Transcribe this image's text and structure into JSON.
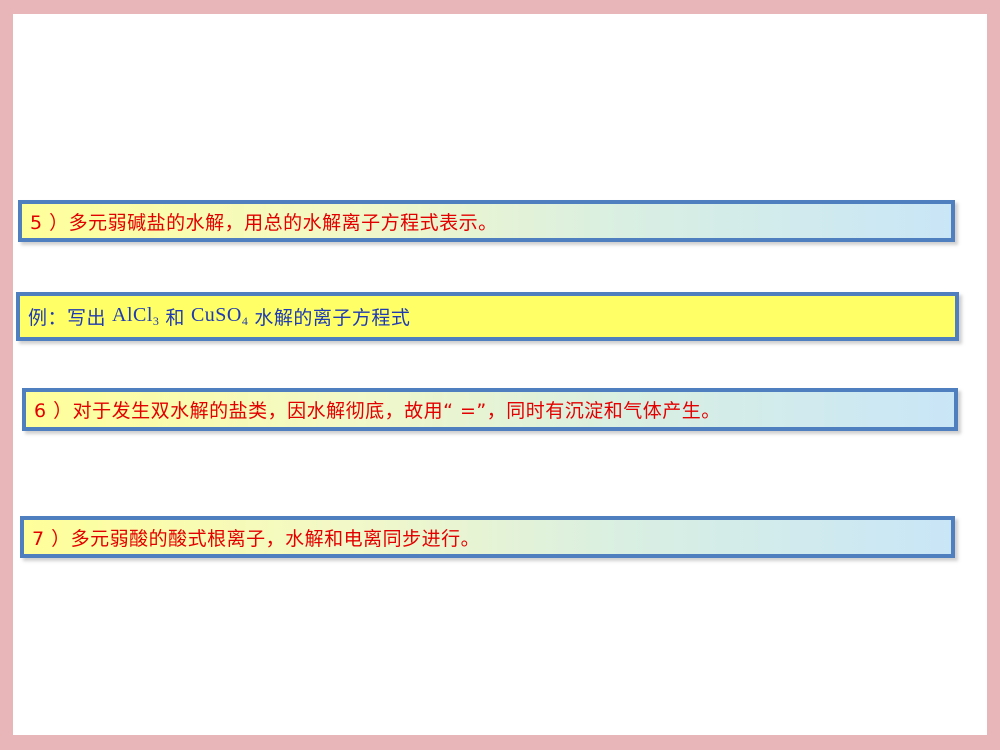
{
  "slide": {
    "background_color": "#ffffff",
    "frame_color": "#e8b6b8",
    "items": [
      {
        "id": "rule-5",
        "text": "5 ）多元弱碱盐的水解，用总的水解离子方程式表示。",
        "style": "gradient",
        "text_color": "#e30000"
      },
      {
        "id": "example",
        "prefix": "例：写出",
        "formula1_base": "AlCl",
        "formula1_sub": "3",
        "connector": "和",
        "formula2_base": "CuSO",
        "formula2_sub": "4",
        "suffix": "水解的离子方程式",
        "style": "yellow",
        "text_color": "#1f3bb3"
      },
      {
        "id": "rule-6",
        "text": "6 ）对于发生双水解的盐类，因水解彻底，故用“ =”，同时有沉淀和气体产生。",
        "style": "gradient",
        "text_color": "#e30000"
      },
      {
        "id": "rule-7",
        "text": "7 ）多元弱酸的酸式根离子，水解和电离同步进行。",
        "style": "gradient",
        "text_color": "#e30000"
      }
    ],
    "border_color": "#4f7fbf"
  }
}
